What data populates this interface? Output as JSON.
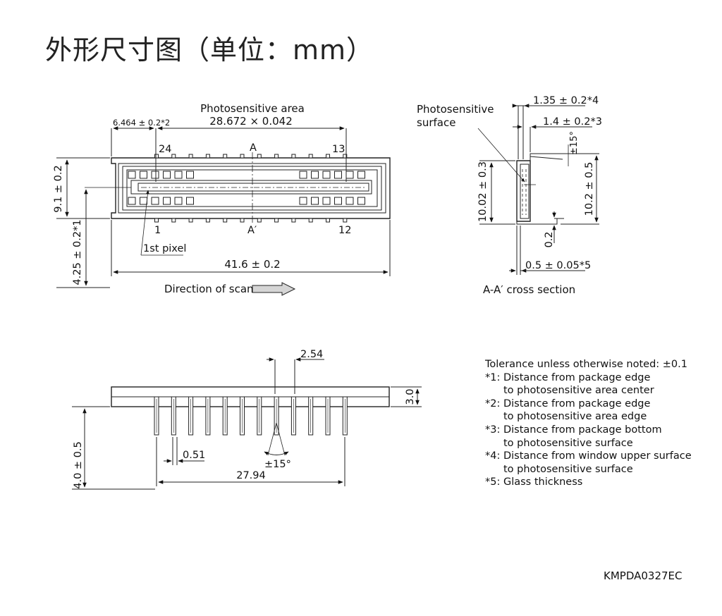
{
  "title": "外形尺寸图（单位：mm）",
  "document_id": "KMPDA0327EC",
  "top_view": {
    "photosensitive_area_label": "Photosensitive area",
    "photosensitive_area_size": "28.672 × 0.042",
    "edge_offset": "6.464 ± 0.2*2",
    "pin_24": "24",
    "pin_13": "13",
    "pin_1": "1",
    "pin_12": "12",
    "section_a": "A",
    "section_a_prime": "A′",
    "height": "9.1 ± 0.2",
    "center_offset": "4.25 ± 0.2*1",
    "first_pixel": "1st pixel",
    "length": "41.6 ± 0.2",
    "scan_direction": "Direction of scan"
  },
  "cross_section": {
    "surface_label_1": "Photosensitive",
    "surface_label_2": "surface",
    "dim_window": "1.35 ± 0.2*4",
    "dim_bottom": "1.4 ± 0.2*3",
    "angle": "±15°",
    "height_left": "10.02 ± 0.3",
    "height_right": "10.2 ± 0.5",
    "small": "0.2",
    "glass": "0.5 ± 0.05*5",
    "caption": "A-A′ cross section"
  },
  "side_view": {
    "pitch": "2.54",
    "thickness": "3.0",
    "pin_length": "4.0 ± 0.5",
    "pin_width": "0.51",
    "angle": "±15°",
    "span": "27.94"
  },
  "notes": [
    "Tolerance unless otherwise noted: ±0.1",
    "*1: Distance from package edge",
    "to photosensitive area center",
    "*2: Distance from package edge",
    "to photosensitive area edge",
    "*3: Distance from package bottom",
    "to photosensitive surface",
    "*4: Distance from window upper surface",
    "to photosensitive surface",
    "*5: Glass thickness"
  ]
}
